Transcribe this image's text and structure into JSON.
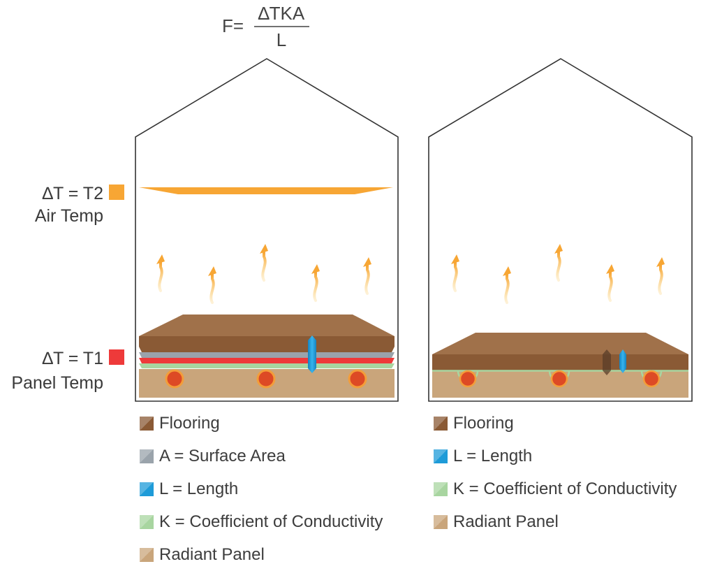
{
  "formula": {
    "lhs": "F=",
    "numerator": "∆TKA",
    "denominator": "L"
  },
  "labels": {
    "t2_line": "∆T = T2",
    "t2_caption": "Air Temp",
    "t1_line": "∆T = T1",
    "t1_caption": "Panel Temp"
  },
  "colors": {
    "air_temp": "#f7a634",
    "panel_temp": "#ee3a3a",
    "flooring": "#8a5a35",
    "surface_area": "#9aa3ab",
    "length": "#1e9bd8",
    "conductivity": "#a8d5a0",
    "radiant_panel": "#c9a57b",
    "tube": "#dd4a25"
  },
  "legend_left": [
    {
      "key": "flooring",
      "icon": "flooring-swatch",
      "text": "Flooring"
    },
    {
      "key": "surface_area",
      "icon": "surface-area-swatch",
      "text": "A = Surface Area"
    },
    {
      "key": "length",
      "icon": "length-swatch",
      "text": "L = Length"
    },
    {
      "key": "conductivity",
      "icon": "conductivity-swatch",
      "text": "K = Coefficient of Conductivity"
    },
    {
      "key": "radiant_panel",
      "icon": "radiant-panel-swatch",
      "text": "Radiant Panel"
    }
  ],
  "legend_right": [
    {
      "key": "flooring",
      "icon": "flooring-swatch",
      "text": "Flooring"
    },
    {
      "key": "length",
      "icon": "length-swatch",
      "text": "L = Length"
    },
    {
      "key": "conductivity",
      "icon": "conductivity-swatch",
      "text": "K = Coefficient of Conductivity"
    },
    {
      "key": "radiant_panel",
      "icon": "radiant-panel-swatch",
      "text": "Radiant Panel"
    }
  ]
}
